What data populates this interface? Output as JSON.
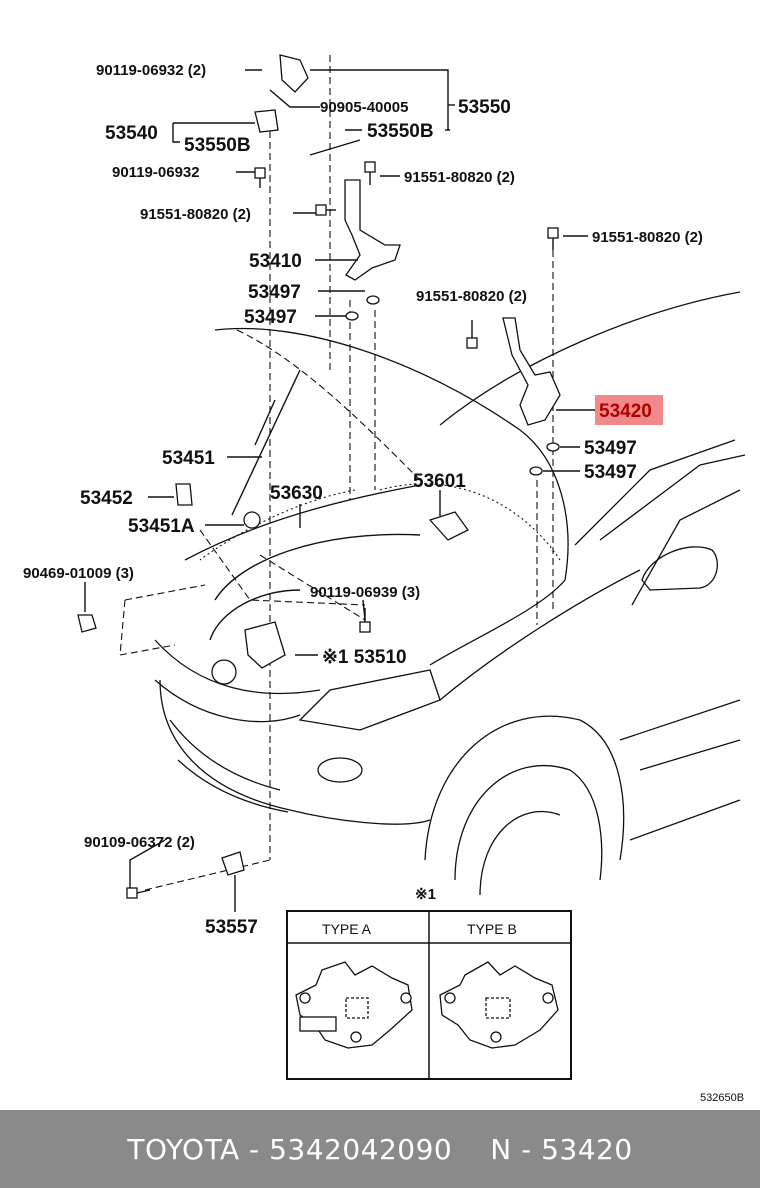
{
  "callouts": {
    "p90119_06932_2": "90119-06932 (2)",
    "p90905_40005": "90905-40005",
    "p53550": "53550",
    "p53540": "53540",
    "p53550B_a": "53550B",
    "p53550B_b": "53550B",
    "p90119_06932": "90119-06932",
    "p91551_80820_2_a": "91551-80820 (2)",
    "p91551_80820_2_b": "91551-80820 (2)",
    "p91551_80820_2_c": "91551-80820 (2)",
    "p91551_80820_2_d": "91551-80820 (2)",
    "p53410": "53410",
    "p53497_a": "53497",
    "p53497_b": "53497",
    "p53497_c": "53497",
    "p53497_d": "53497",
    "p53420": "53420",
    "p53451": "53451",
    "p53452": "53452",
    "p53451A": "53451A",
    "p53630": "53630",
    "p53601": "53601",
    "p90469_01009_3": "90469-01009 (3)",
    "p90119_06939_3": "90119-06939 (3)",
    "p53510": "※1 53510",
    "p90109_06372_2": "90109-06372 (2)",
    "p53557": "53557",
    "note_mark": "※1"
  },
  "type_box": {
    "type_a": "TYPE  A",
    "type_b": "TYPE  B"
  },
  "diagram_code": "532650B",
  "highlight_color": "#f08a8a",
  "footer": {
    "brand": "TOYOTA",
    "part_number": "5342042090",
    "ref": "N - 53420",
    "separator": " - "
  }
}
